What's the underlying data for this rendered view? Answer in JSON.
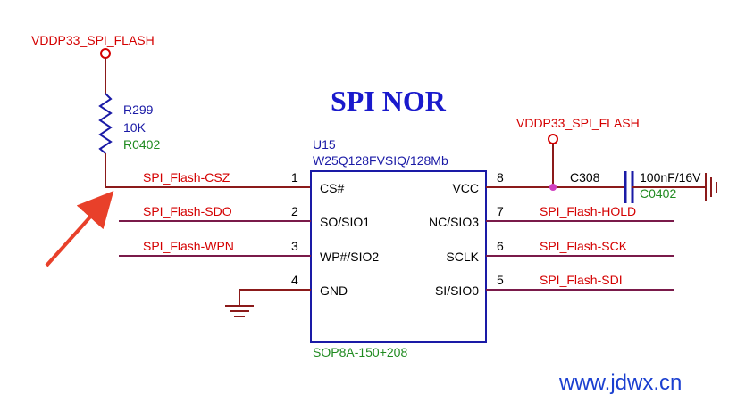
{
  "title": "SPI NOR",
  "watermark": "www.jdwx.cn",
  "power_nets": {
    "top_left": "VDDP33_SPI_FLASH",
    "vcc": "VDDP33_SPI_FLASH"
  },
  "resistor": {
    "ref": "R299",
    "value": "10K",
    "package": "R0402"
  },
  "capacitor": {
    "ref": "C308",
    "value": "100nF/16V",
    "package": "C0402"
  },
  "ic": {
    "ref": "U15",
    "part": "W25Q128FVSIQ/128Mb",
    "package": "SOP8A-150+208",
    "left_pins": [
      {
        "num": "1",
        "name": "CS#",
        "net": "SPI_Flash-CSZ"
      },
      {
        "num": "2",
        "name": "SO/SIO1",
        "net": "SPI_Flash-SDO"
      },
      {
        "num": "3",
        "name": "WP#/SIO2",
        "net": "SPI_Flash-WPN"
      },
      {
        "num": "4",
        "name": "GND",
        "net": ""
      }
    ],
    "right_pins": [
      {
        "num": "8",
        "name": "VCC",
        "net": ""
      },
      {
        "num": "7",
        "name": "NC/SIO3",
        "net": "SPI_Flash-HOLD"
      },
      {
        "num": "6",
        "name": "SCLK",
        "net": "SPI_Flash-SCK"
      },
      {
        "num": "5",
        "name": "SI/SIO0",
        "net": "SPI_Flash-SDI"
      }
    ]
  },
  "colors": {
    "net_label": "#d40000",
    "component": "#1a1aa6",
    "package": "#1f8a1f",
    "title": "#1a1acc",
    "arrow": "#e8402a"
  }
}
